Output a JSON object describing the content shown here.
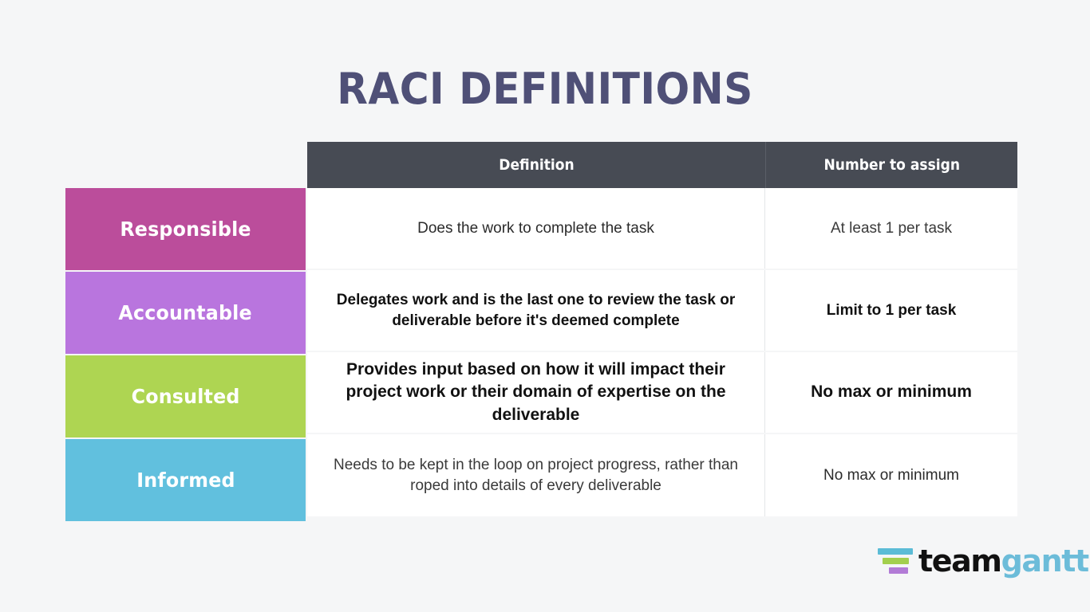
{
  "title": "RACI DEFINITIONS",
  "colors": {
    "background": "#f5f6f7",
    "title": "#4f5077",
    "header_bar": "#474b54",
    "responsible": "#bb4d9b",
    "accountable": "#b975de",
    "consulted": "#aed552",
    "informed": "#61c0de",
    "logo_team": "#111111",
    "logo_gantt": "#6cbcd9"
  },
  "table": {
    "headers": {
      "role": "",
      "definition": "Definition",
      "number_to_assign": "Number to assign"
    },
    "rows": [
      {
        "role": "Responsible",
        "definition": "Does the work to complete the task",
        "number_to_assign": "At least 1 per task"
      },
      {
        "role": "Accountable",
        "definition": "Delegates work and is the last one to review the task or deliverable before it's deemed complete",
        "number_to_assign": "Limit to 1 per task"
      },
      {
        "role": "Consulted",
        "definition": "Provides input based on how it will impact their project work or their domain of expertise on the deliverable",
        "number_to_assign": "No max or minimum"
      },
      {
        "role": "Informed",
        "definition": "Needs to be kept in the loop on project progress, rather than roped into details of every deliverable",
        "number_to_assign": "No max or minimum"
      }
    ]
  },
  "logo": {
    "team": "team",
    "gantt": "gantt"
  }
}
